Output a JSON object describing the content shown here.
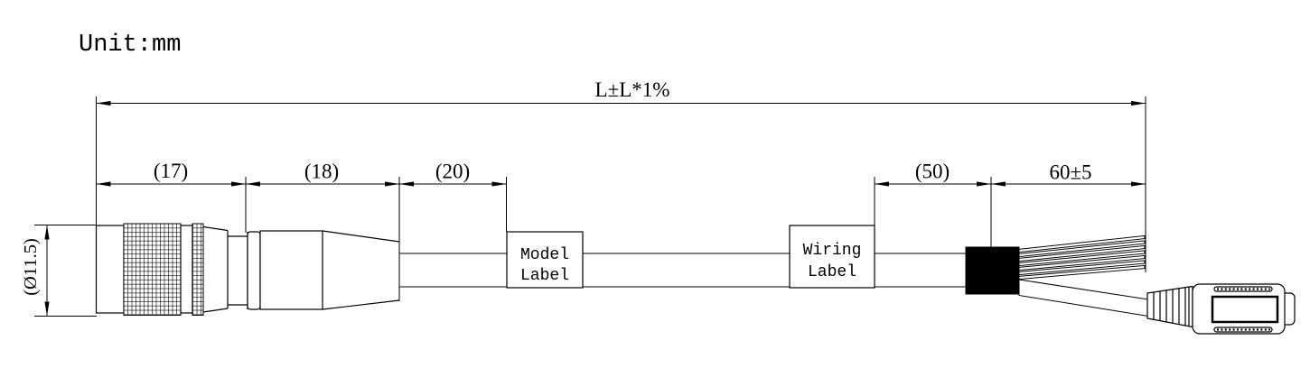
{
  "title": {
    "unit_label": "Unit:mm"
  },
  "drawing": {
    "overall_dimension": "L±L*1%",
    "segment_dimensions": {
      "connector_front": "(17)",
      "connector_back": "(18)",
      "boot": "(20)",
      "label_to_breakout": "(50)",
      "breakout_tails": "60±5"
    },
    "diameter_dimension": "(Ø11.5)",
    "model_label": {
      "line1": "Model",
      "line2": "Label"
    },
    "wiring_label": {
      "line1": "Wiring",
      "line2": "Label"
    },
    "colors": {
      "line": "#000000",
      "background": "#ffffff",
      "breakout_block": "#000000"
    }
  }
}
